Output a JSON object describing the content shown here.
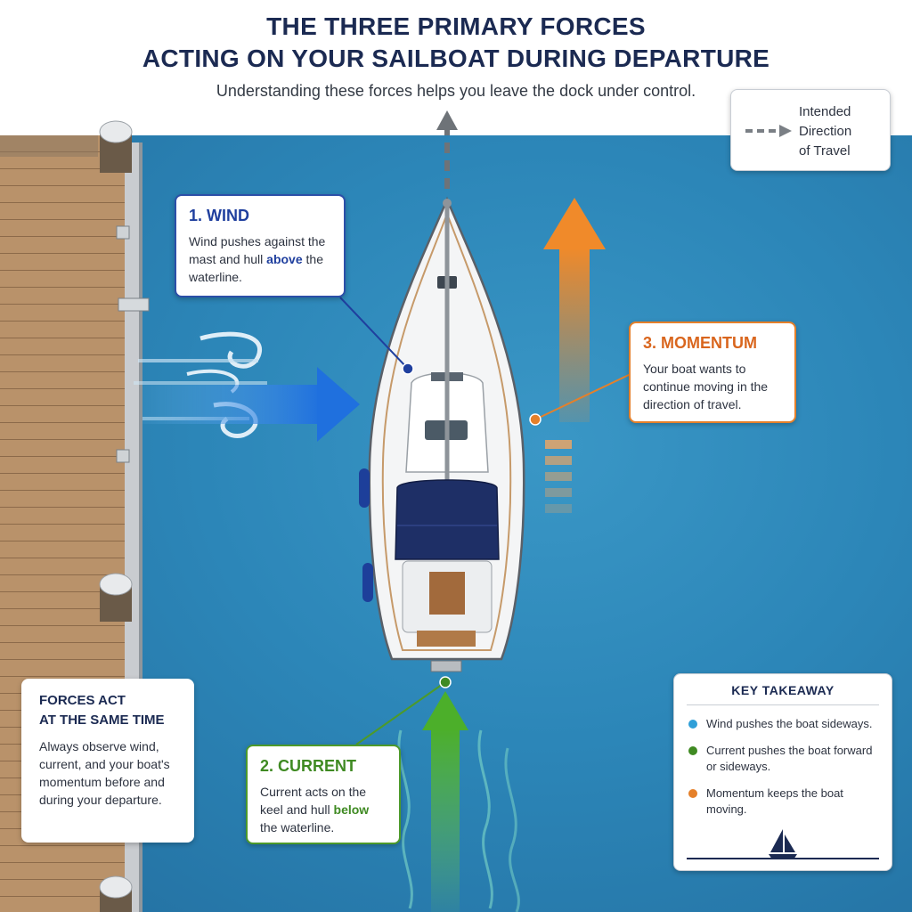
{
  "header": {
    "title_line1": "THE THREE PRIMARY FORCES",
    "title_line2": "ACTING ON YOUR SAILBOAT DURING DEPARTURE",
    "subtitle": "Understanding these forces helps you leave the dock under control."
  },
  "legend": {
    "line1": "Intended",
    "line2": "Direction",
    "line3": "of Travel"
  },
  "wind": {
    "heading": "1. WIND",
    "text_before": "Wind pushes against the mast and hull ",
    "highlight": "above",
    "text_after": " the waterline.",
    "color": "#1f3f9e"
  },
  "momentum": {
    "heading": "3. MOMENTUM",
    "text": "Your boat wants to continue moving in the direction of travel.",
    "color": "#e5802a"
  },
  "current": {
    "heading": "2. CURRENT",
    "text_before": "Current acts on the keel and hull ",
    "highlight": "below",
    "text_after": " the waterline.",
    "color": "#4d9a2a"
  },
  "forces_note": {
    "heading_line1": "FORCES ACT",
    "heading_line2": "AT THE SAME TIME",
    "text": "Always observe wind, current, and your boat's momentum before and during your departure."
  },
  "takeaway": {
    "title": "KEY TAKEAWAY",
    "items": [
      {
        "text": "Wind pushes the boat sideways.",
        "color": "#2f9fd8"
      },
      {
        "text": "Current pushes the boat forward or sideways.",
        "color": "#3f8a22"
      },
      {
        "text": "Momentum keeps the boat moving.",
        "color": "#e5802a"
      }
    ]
  }
}
